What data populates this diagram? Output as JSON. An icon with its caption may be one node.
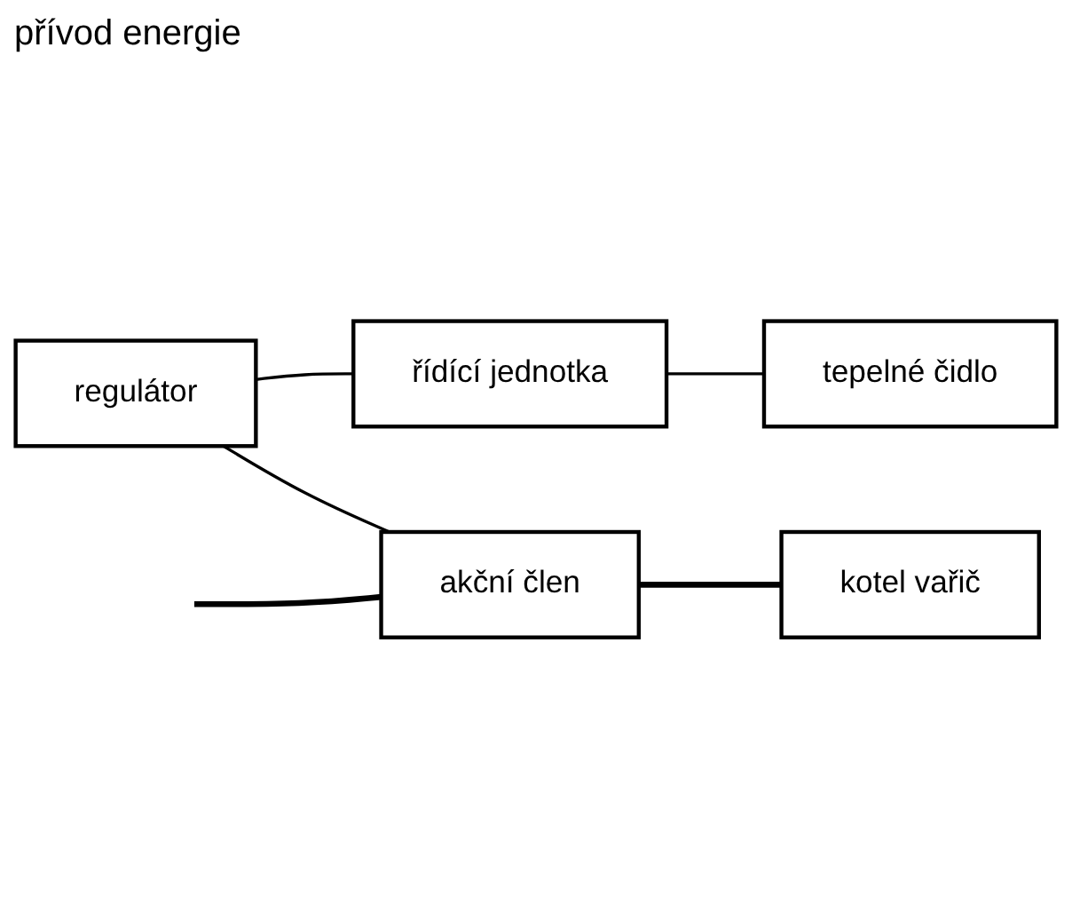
{
  "diagram": {
    "nodes": [
      {
        "text": [
          "regulátor"
        ]
      },
      {
        "text": [
          "řídící jednotka"
        ]
      },
      {
        "text": [
          "tepelné čidlo"
        ]
      },
      {
        "text": [
          "akční člen"
        ]
      },
      {
        "text": [
          "kotel vařič"
        ]
      }
    ],
    "edges": [
      {
        "from": 0,
        "to": 1,
        "arrow": "none"
      },
      {
        "from": 0,
        "to": 3,
        "arrow": "none"
      },
      {
        "from": 1,
        "to": 2,
        "arrow": "none"
      },
      {
        "from": null,
        "to": 3,
        "arrow": "none",
        "style": "thick"
      },
      {
        "from": 3,
        "to": 4,
        "arrow": "none",
        "style": "thick"
      }
    ],
    "labels": [
      "přívod energie"
    ]
  }
}
